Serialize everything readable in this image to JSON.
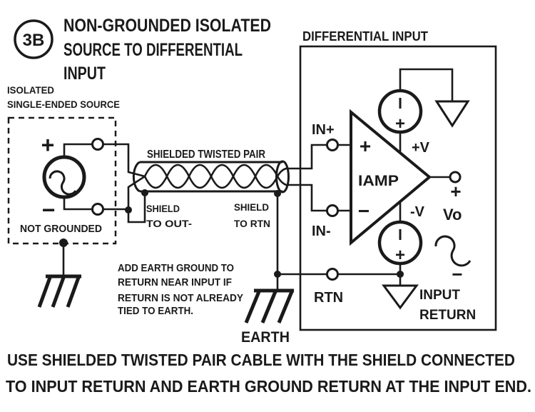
{
  "badge": {
    "label": "3B"
  },
  "title": {
    "line1": "NON-GROUNDED ISOLATED",
    "line2": "SOURCE TO DIFFERENTIAL",
    "line3": "INPUT"
  },
  "source": {
    "caption_line1": "ISOLATED",
    "caption_line2": "SINGLE-ENDED SOURCE",
    "plus": "+",
    "minus": "−",
    "note": "NOT GROUNDED"
  },
  "cable": {
    "label": "SHIELDED TWISTED PAIR",
    "shield_left": {
      "line1": "SHIELD",
      "line2": "TO OUT-"
    },
    "shield_right": {
      "line1": "SHIELD",
      "line2": "TO RTN"
    }
  },
  "ground_note": {
    "line1": "ADD EARTH GROUND TO",
    "line2": "RETURN NEAR INPUT IF",
    "line3": "RETURN IS NOT ALREADY",
    "line4": "TIED TO EARTH."
  },
  "earth": {
    "label": "EARTH"
  },
  "diff": {
    "title": "DIFFERENTIAL INPUT",
    "in_plus": "IN+",
    "in_minus": "IN-",
    "rtn": "RTN",
    "amp": {
      "plus": "+",
      "minus": "−",
      "label": "IAMP"
    },
    "supply_pos": {
      "mark": "+",
      "label": "+V"
    },
    "supply_neg": {
      "mark": "+",
      "label": "-V"
    },
    "output": {
      "plus": "+",
      "label": "Vo",
      "minus": "−"
    },
    "input_return": {
      "line1": "INPUT",
      "line2": "RETURN"
    }
  },
  "caption": {
    "line1": "USE SHIELDED TWISTED PAIR CABLE WITH THE SHIELD CONNECTED",
    "line2": "TO INPUT RETURN AND EARTH GROUND RETURN AT THE INPUT END."
  },
  "colors": {
    "ink": "#1a1a1a",
    "background": "#ffffff"
  }
}
